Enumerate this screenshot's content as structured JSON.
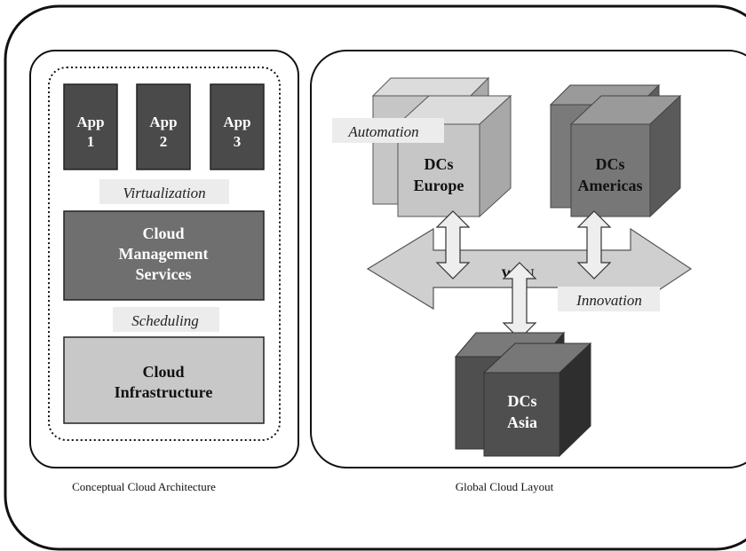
{
  "left_panel": {
    "apps": [
      {
        "line1": "App",
        "line2": "1"
      },
      {
        "line1": "App",
        "line2": "2"
      },
      {
        "line1": "App",
        "line2": "3"
      }
    ],
    "virtualization_label": "Virtualization",
    "management": {
      "line1": "Cloud",
      "line2": "Management",
      "line3": "Services"
    },
    "scheduling_label": "Scheduling",
    "infrastructure": {
      "line1": "Cloud",
      "line2": "Infrastructure"
    },
    "caption": "Conceptual Cloud Architecture"
  },
  "right_panel": {
    "automation_label": "Automation",
    "innovation_label": "Innovation",
    "wan_label": "WAN",
    "europe": {
      "line1": "DCs",
      "line2": "Europe"
    },
    "americas": {
      "line1": "DCs",
      "line2": "Americas"
    },
    "asia": {
      "line1": "DCs",
      "line2": "Asia"
    },
    "caption": "Global Cloud Layout"
  },
  "colors": {
    "app_box": "#4a4a4a",
    "management_box": "#6f6f6f",
    "infrastructure_box": "#c8c8c8",
    "cube_light": "#c6c6c6",
    "cube_mid": "#777777",
    "cube_dark": "#4f4f4f",
    "wan_arrow": "#cfcfcf"
  }
}
